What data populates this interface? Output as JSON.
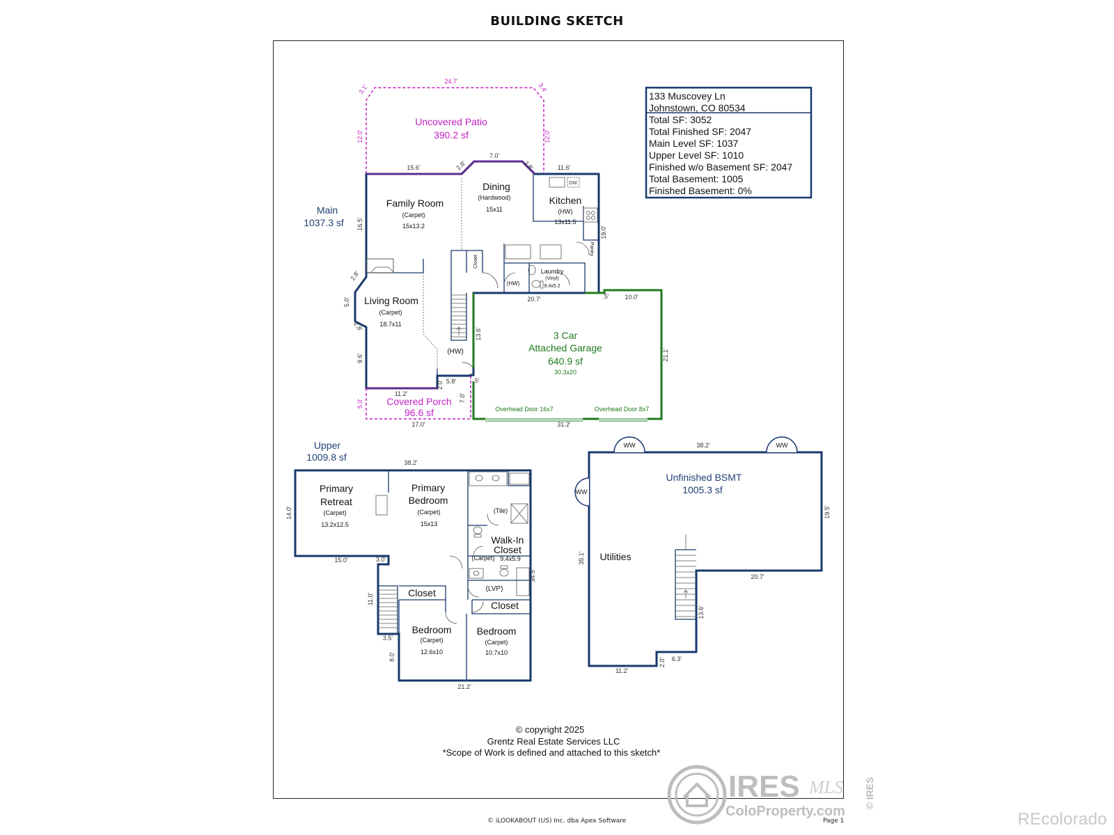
{
  "title": "BUILDING SKETCH",
  "info_box": {
    "address_line1": "133 Muscovey Ln",
    "address_line2": "Johnstown, CO 80534",
    "total_sf": "Total SF: 3052",
    "total_finished_sf": "Total Finished SF: 2047",
    "main_level_sf": "Main Level SF: 1037",
    "upper_level_sf": "Upper Level SF: 1010",
    "finished_wo_basement_sf": "Finished w/o Basement SF: 2047",
    "total_basement": "Total Basement: 1005",
    "finished_basement": "Finished Basement: 0%"
  },
  "main_level": {
    "label": "Main",
    "area": "1037.3 sf",
    "patio": {
      "name": "Uncovered Patio",
      "area": "390.2 sf"
    },
    "porch": {
      "name": "Covered Porch",
      "area": "96.6 sf"
    },
    "garage": {
      "name_line1": "3 Car",
      "name_line2": "Attached Garage",
      "area": "640.9 sf",
      "dims": "30.3x20",
      "door1": "Overhead Door 16x7",
      "door2": "Overhead Door 8x7"
    },
    "rooms": {
      "family": {
        "name": "Family Room",
        "floor": "(Carpet)",
        "dims": "15x13.2"
      },
      "dining": {
        "name": "Dining",
        "floor": "(Hardwood)",
        "dims": "15x11"
      },
      "kitchen": {
        "name": "Kitchen",
        "floor": "(HW)",
        "dims": "13x11.5"
      },
      "living": {
        "name": "Living Room",
        "floor": "(Carpet)",
        "dims": "18.7x11"
      },
      "laundry": {
        "name": "Laundry",
        "floor": "(Vinyl)",
        "dims": "9.4x5.2"
      },
      "closet": "Closet",
      "pantry": "Pantry",
      "dw": "DW",
      "half_bath_floor": "(HW)",
      "entry_floor": "(HW)"
    },
    "dims": {
      "patio_top": "24.7'",
      "patio_left_diag": "3.1'",
      "patio_right_diag": "3.4'",
      "patio_left": "12.0'",
      "patio_right": "12.0'",
      "top_left": "15.6'",
      "bay_left": "2.8'",
      "bay_top": "7.0'",
      "bay_right": "2.8'",
      "top_right": "11.6'",
      "left_upper": "16.5'",
      "right_upper": "19.0'",
      "lr_diag_top": "2.8'",
      "lr_left": "5.0'",
      "lr_diag_bot": "2.8'",
      "lr_left_lower": "9.6'",
      "stair_side": "13.6'",
      "garage_top_left": "20.7'",
      "garage_jog": ".5'",
      "garage_top_right": "10.0'",
      "garage_right": "21.1'",
      "entry_w": "5.8'",
      "entry_h": "2.0'",
      "entry_jog": ".5'",
      "porch_top": "11.2'",
      "porch_left": "5.0'",
      "porch_right": "7.0'",
      "porch_bottom": "17.0'",
      "garage_bottom": "31.2'"
    }
  },
  "upper_level": {
    "label": "Upper",
    "area": "1009.8 sf",
    "rooms": {
      "retreat": {
        "name_line1": "Primary",
        "name_line2": "Retreat",
        "floor": "(Carpet)",
        "dims": "13.2x12.5"
      },
      "primary": {
        "name_line1": "Primary",
        "name_line2": "Bedroom",
        "floor": "(Carpet)",
        "dims": "15x13"
      },
      "primary_bath_floor": "(Tile)",
      "walkin": {
        "name_line1": "Walk-In",
        "name_line2": "Closet",
        "floor": "(Carpet)",
        "dims": "9.4x5.9"
      },
      "bath_floor": "(LVP)",
      "closet1": "Closet",
      "closet2": "Closet",
      "bed2": {
        "name": "Bedroom",
        "floor": "(Carpet)",
        "dims": "12.6x10"
      },
      "bed3": {
        "name": "Bedroom",
        "floor": "(Carpet)",
        "dims": "10.7x10"
      }
    },
    "dims": {
      "top": "38.2'",
      "left": "14.0'",
      "bottom_left": "15.0'",
      "jog": "3.0'",
      "right": "34.5'",
      "stair_left": "11.0'",
      "stair_bottom": "3.5'",
      "bed_left": "8.0'",
      "bottom": "21.2'"
    }
  },
  "basement": {
    "name": "Unfinished BSMT",
    "area": "1005.3 sf",
    "utilities": "Utilities",
    "window_well": "WW",
    "dims": {
      "top": "38.2'",
      "right": "19.5'",
      "inner_bottom": "20.7'",
      "stair_side": "13.6'",
      "left": "35.1'",
      "bottom": "11.2'",
      "notch_h": "2.0'",
      "notch_w": "6.3'"
    }
  },
  "footer": {
    "copyright": "© copyright 2025",
    "company": "Grentz Real Estate Services LLC",
    "scope": "*Scope of Work is defined and attached to this sketch*",
    "software": "© iLOOKABOUT (US) Inc. dba Apex Software",
    "page": "Page 1",
    "ires_name": "IRES",
    "ires_mls": "MLS",
    "ires_site": "ColoProperty.com",
    "ires_vertical": "© IRES",
    "watermark": "REcolorado"
  },
  "colors": {
    "wall": "#17386b",
    "garage": "#1f7a1f",
    "patio": "#c21fc2",
    "porch_wall": "#5b2d91",
    "text_blue": "#1f3f73"
  }
}
